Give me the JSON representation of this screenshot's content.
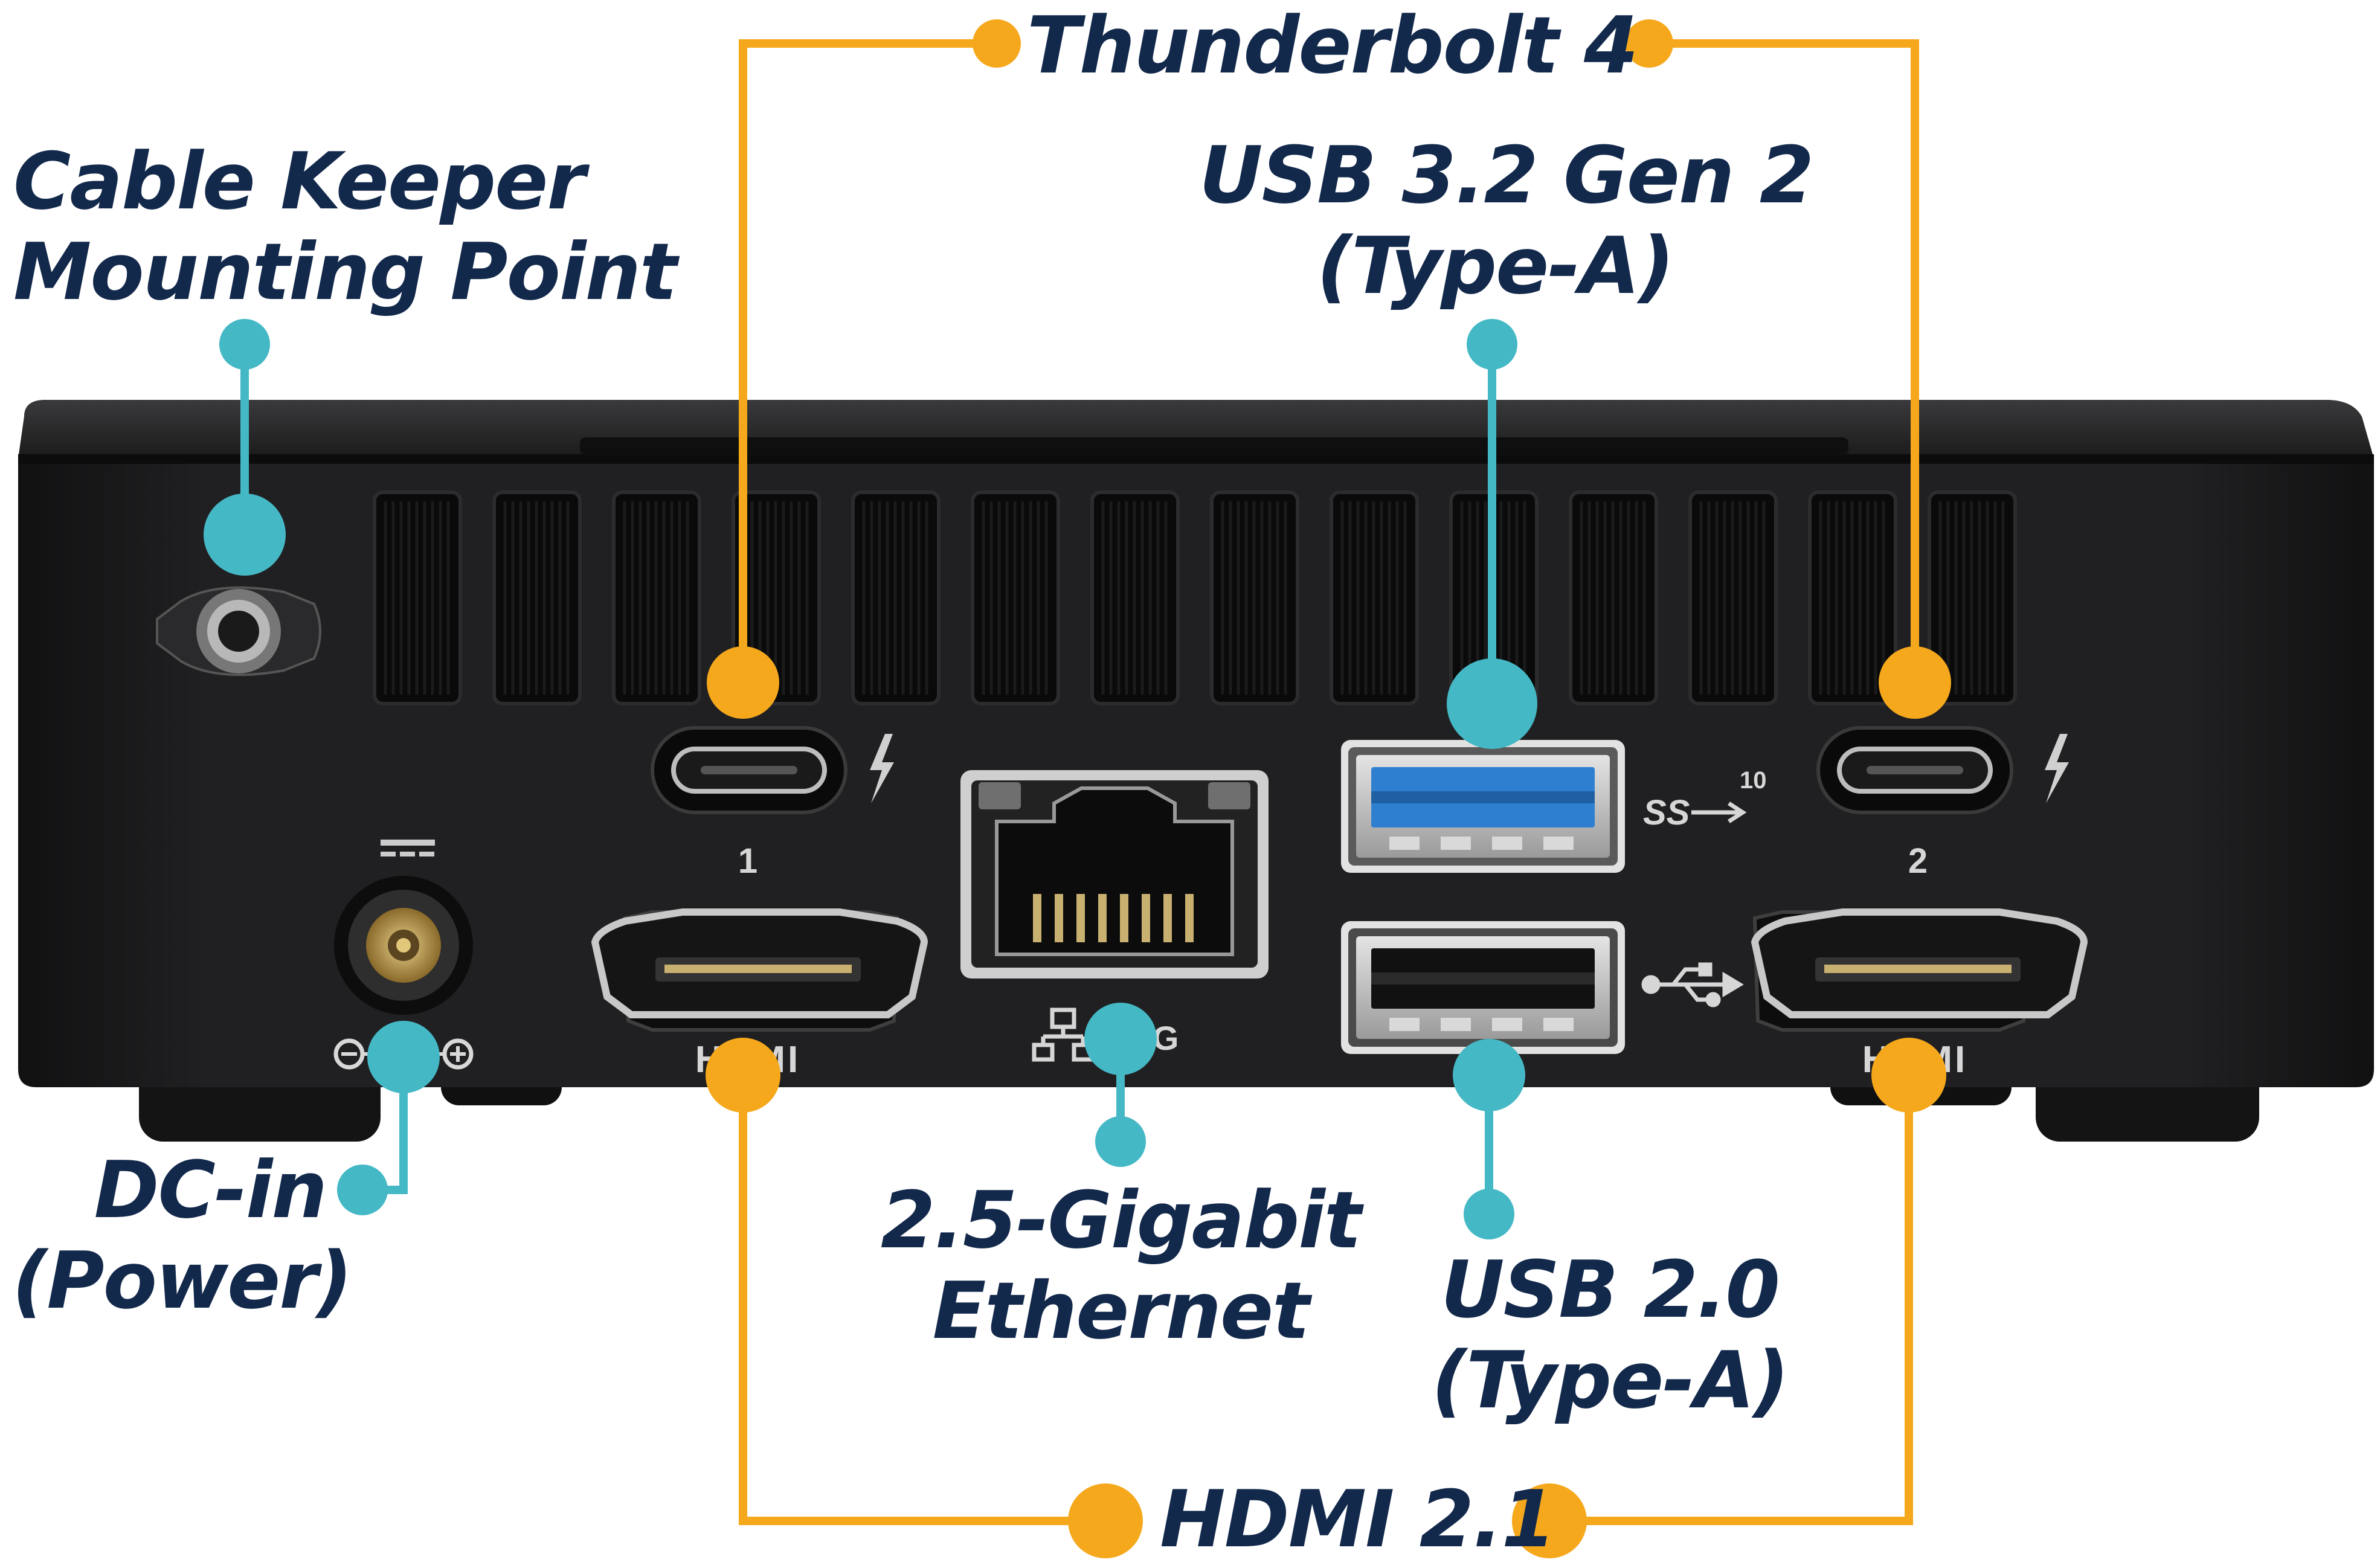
{
  "colors": {
    "callout_orange": "#f5a81c",
    "callout_teal": "#45b8c5",
    "label_navy": "#13294b",
    "chassis": "#1f1f20"
  },
  "labels": {
    "thunderbolt": "Thunderbolt 4",
    "usb32": {
      "line1": "USB 3.2 Gen 2",
      "line2": "(Type-A)"
    },
    "cable_keeper": {
      "line1": "Cable Keeper",
      "line2": "Mounting Point"
    },
    "dc_in": {
      "line1": "DC-in",
      "line2": "(Power)"
    },
    "ethernet": {
      "line1": "2.5-Gigabit",
      "line2": "Ethernet"
    },
    "usb20": {
      "line1": "USB 2.0",
      "line2": "(Type-A)"
    },
    "hdmi": "HDMI 2.1"
  },
  "device_markings": {
    "tb_port_1": "1",
    "tb_port_2": "2",
    "hdmi_logo": "HDMI",
    "ethernet_speed": "2.5G",
    "usb3_logo": "SS",
    "usb3_speed": "10"
  },
  "icons": {
    "thunderbolt": "lightning-bolt-icon",
    "network": "network-icon",
    "usb": "usb-trident-icon",
    "dc_polarity": "dc-polarity-icon"
  }
}
